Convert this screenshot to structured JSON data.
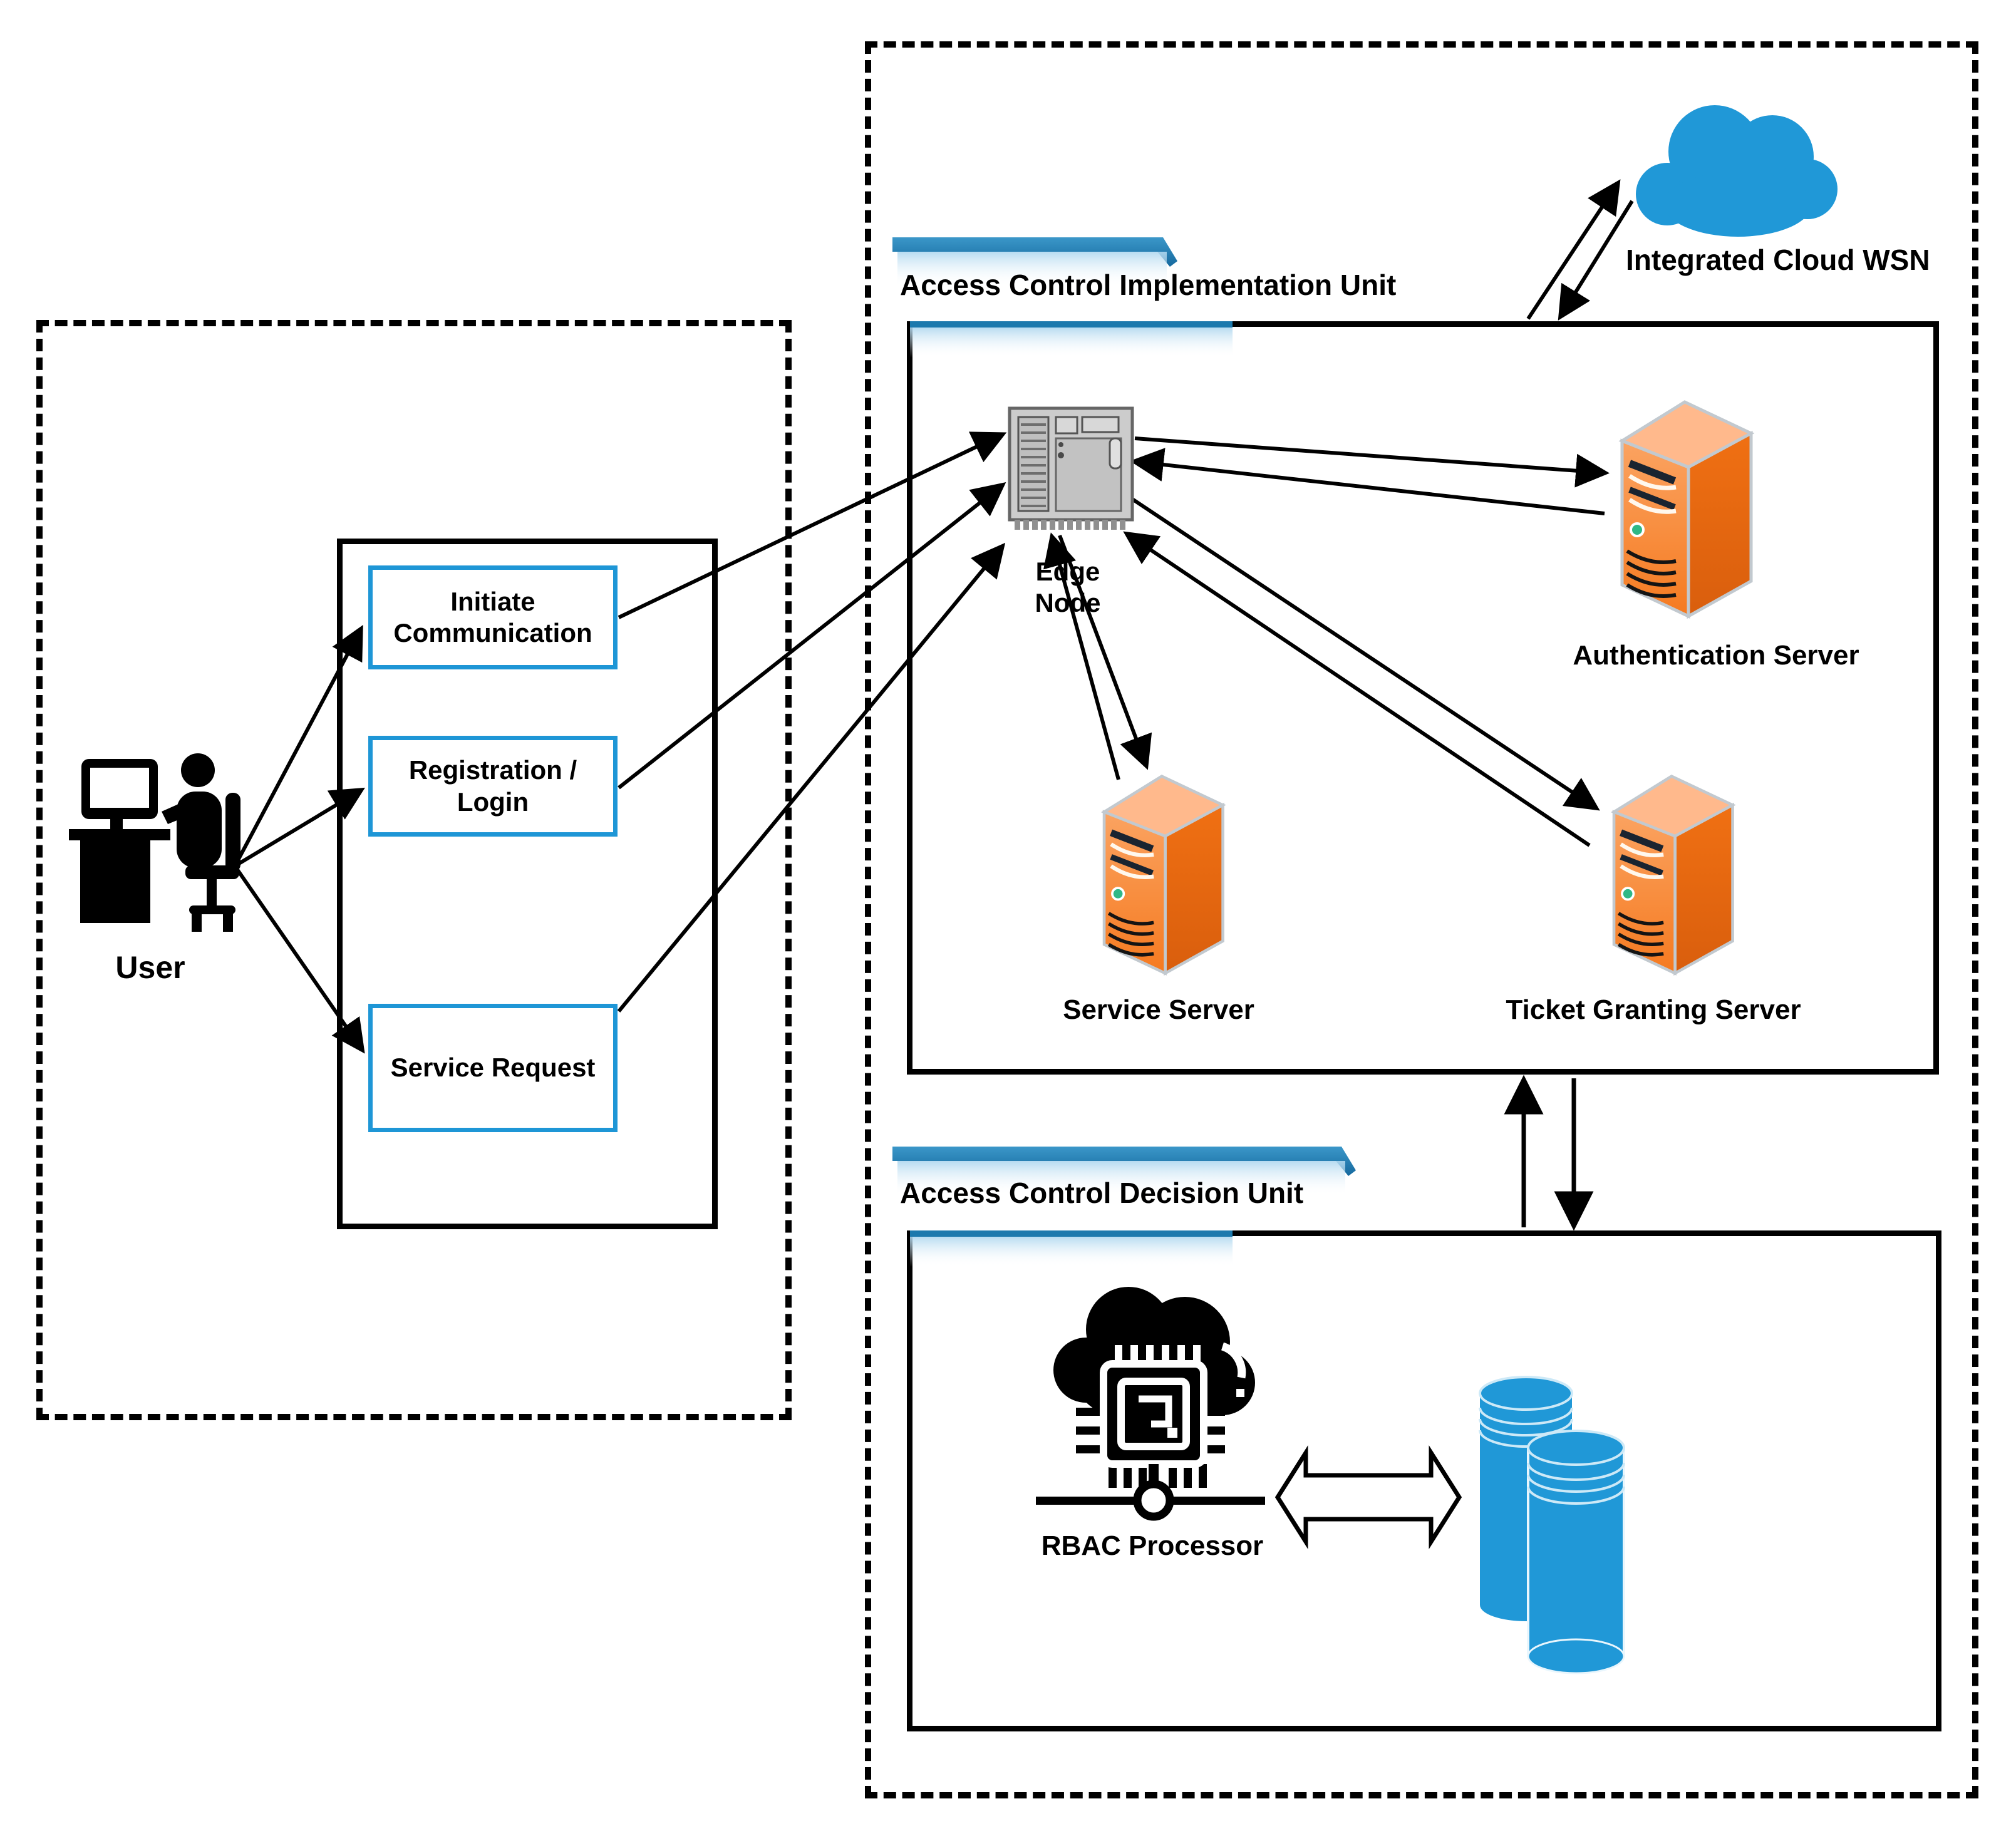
{
  "diagram": {
    "user_area": {
      "user_label": "User",
      "tasks": [
        {
          "line1": "Initiate",
          "line2": "Communication"
        },
        {
          "line1": "Registration /",
          "line2": "Login"
        },
        {
          "line1": "Service Request",
          "line2": ""
        }
      ]
    },
    "implementation_unit": {
      "title": "Access Control Implementation Unit",
      "edge_node": {
        "line1": "Edge",
        "line2": "Node"
      },
      "authentication_server": "Authentication Server",
      "service_server": "Service Server",
      "ticket_granting_server": "Ticket Granting Server"
    },
    "cloud_label": "Integrated Cloud WSN",
    "decision_unit": {
      "title": "Access Control Decision Unit",
      "rbac_label": "RBAC Processor"
    },
    "colors": {
      "accent_blue": "#1E96D6",
      "bar_blue": "#2D89BD",
      "icon_blue": "#2098D7",
      "server_orange": "#F5821F",
      "line_black": "#000000"
    }
  }
}
